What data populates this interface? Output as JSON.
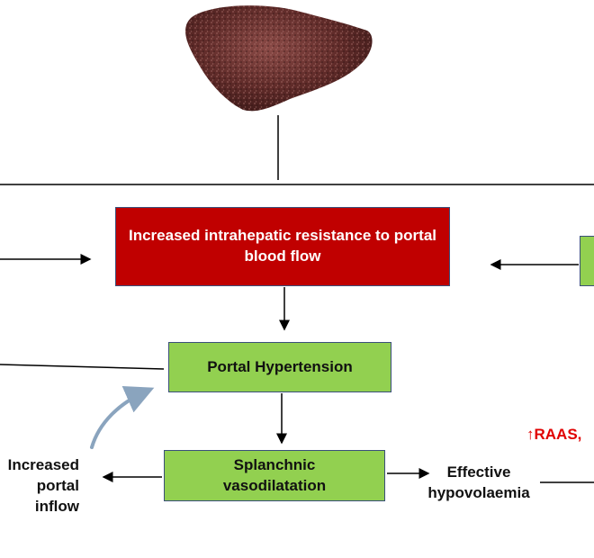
{
  "diagram": {
    "top_box": {
      "text": "Increased intrahepatic resistance to portal blood flow"
    },
    "portal_hypertension": {
      "text": "Portal Hypertension"
    },
    "splanchnic": {
      "line1": "Splanchnic",
      "line2": "vasodilatation"
    },
    "left_label": {
      "line1": "Increased",
      "line2": "portal inflow"
    },
    "right_label": {
      "line1": "Effective",
      "line2": "hypovolaemia"
    },
    "raas_label": {
      "text": "↑RAAS,"
    },
    "colors": {
      "red_box": "#c00000",
      "green_box": "#92d050",
      "box_border": "#3a4f7a",
      "curved_arrow": "#8aa4be",
      "raas_text": "#e00000"
    },
    "icons": {
      "liver": "liver-image"
    }
  }
}
